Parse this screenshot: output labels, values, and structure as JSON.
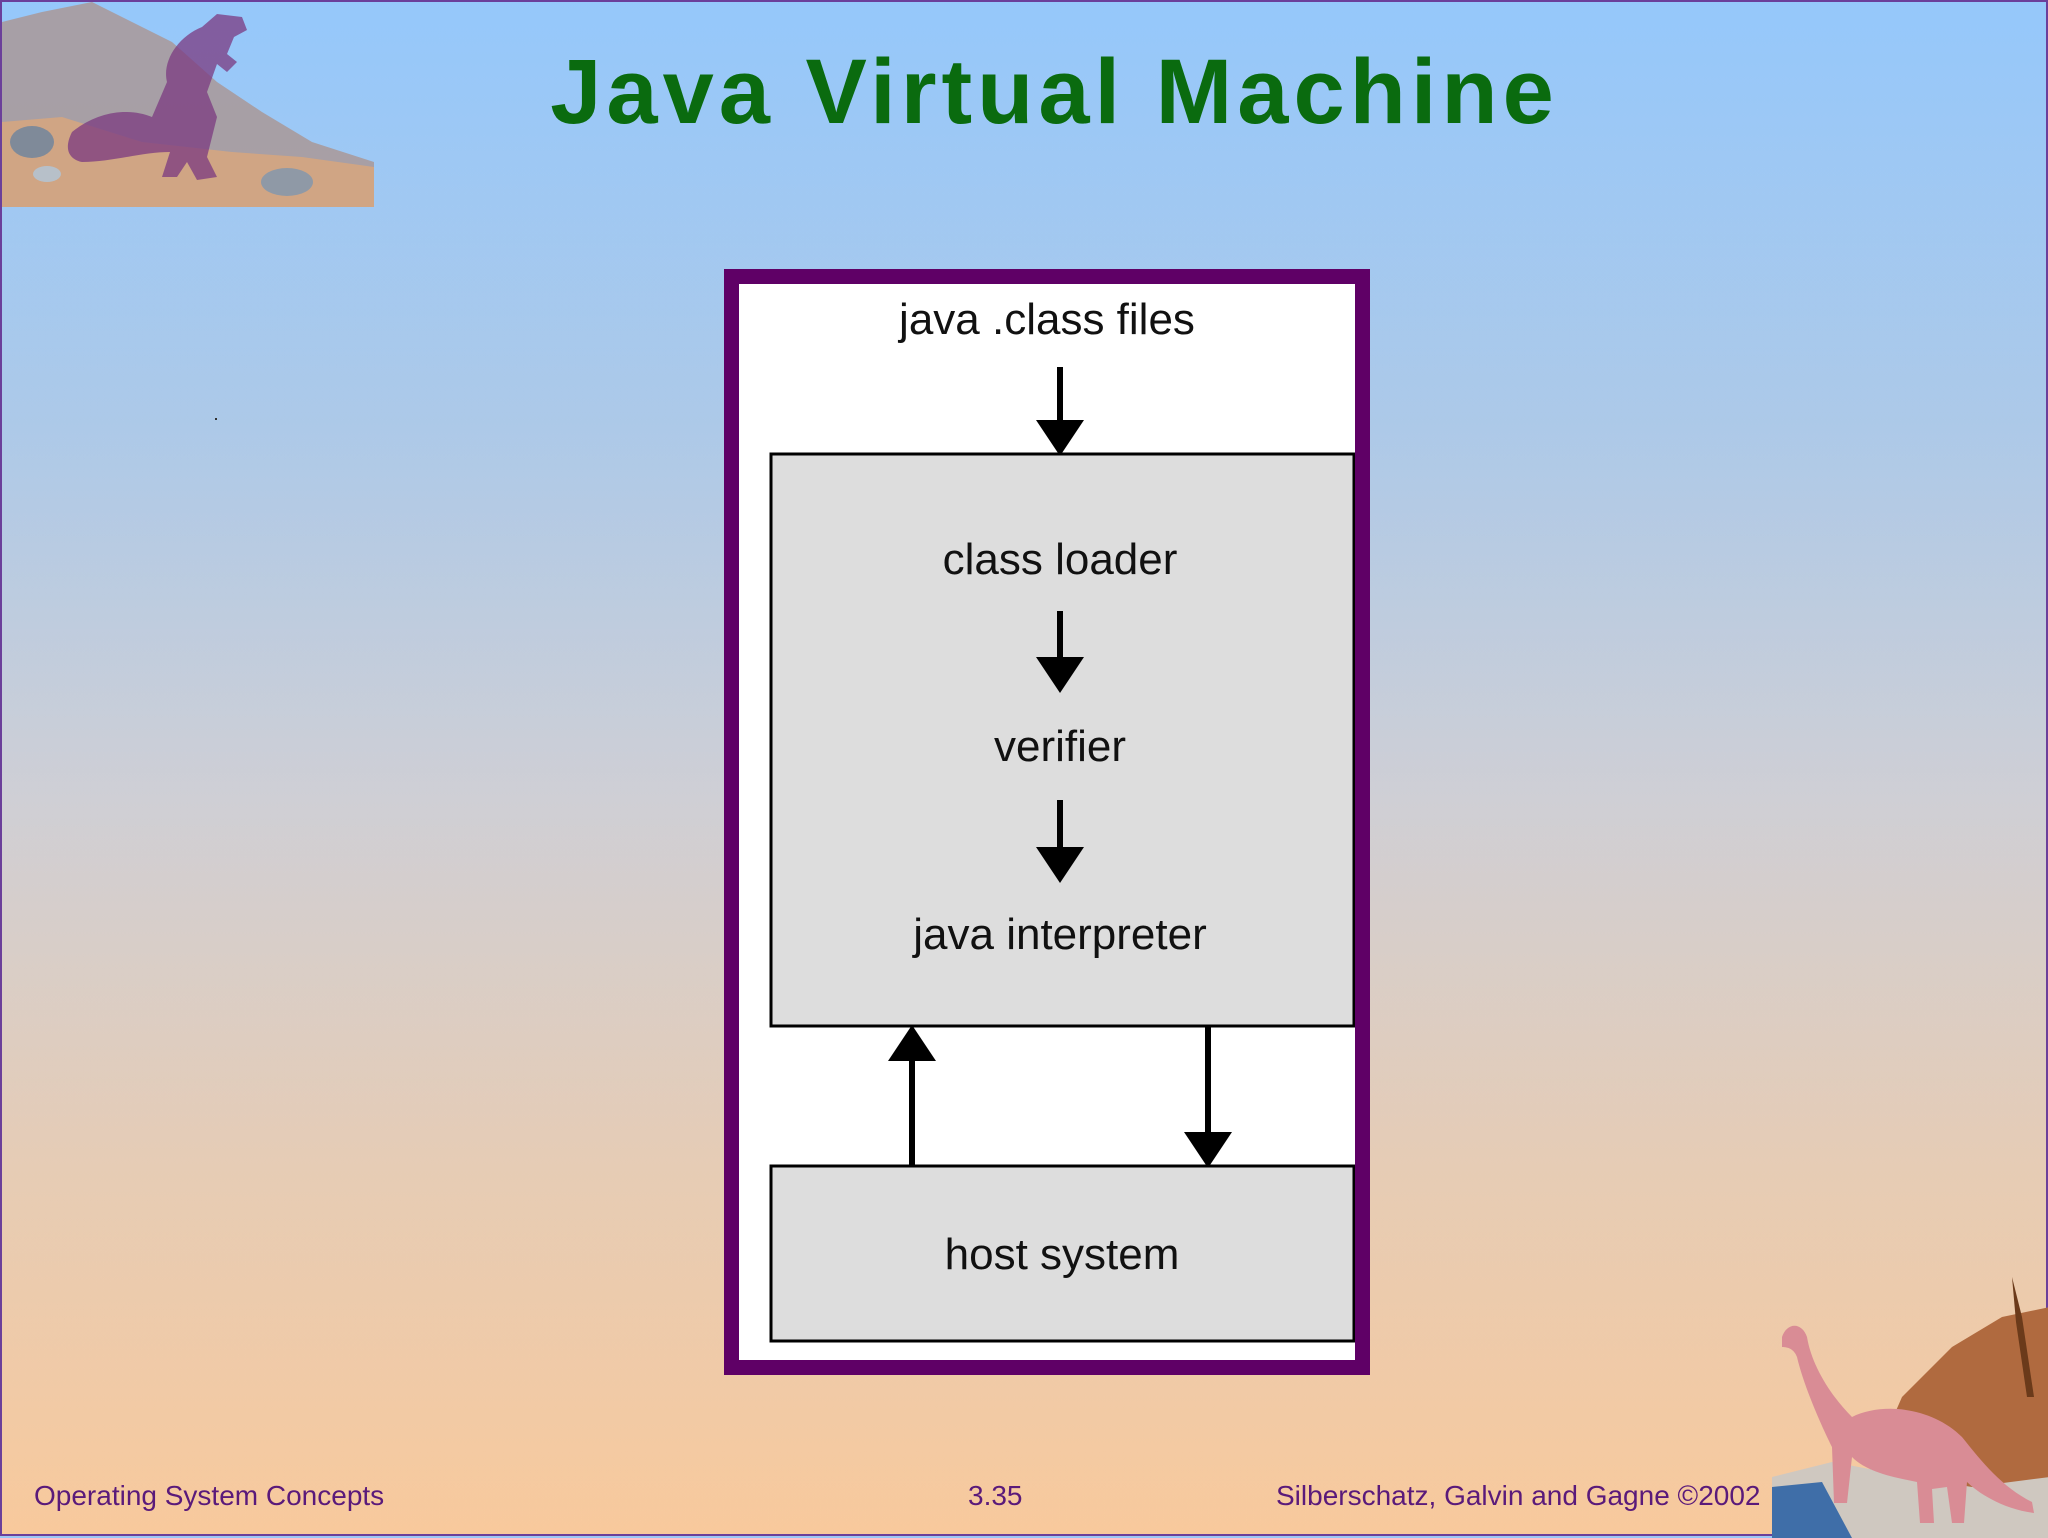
{
  "slide": {
    "title": "Java Virtual Machine"
  },
  "diagram": {
    "input_label": "java .class files",
    "jvm_steps": [
      "class loader",
      "verifier",
      "java interpreter"
    ],
    "host_label": "host system"
  },
  "footer": {
    "course": "Operating System Concepts",
    "page": "3.35",
    "copyright": "Silberschatz, Galvin and  Gagne ©2002"
  },
  "colors": {
    "title": "#0a6b0f",
    "frame": "#5f0066",
    "box_fill": "#dddddd",
    "footer_text": "#5a1a7a"
  }
}
